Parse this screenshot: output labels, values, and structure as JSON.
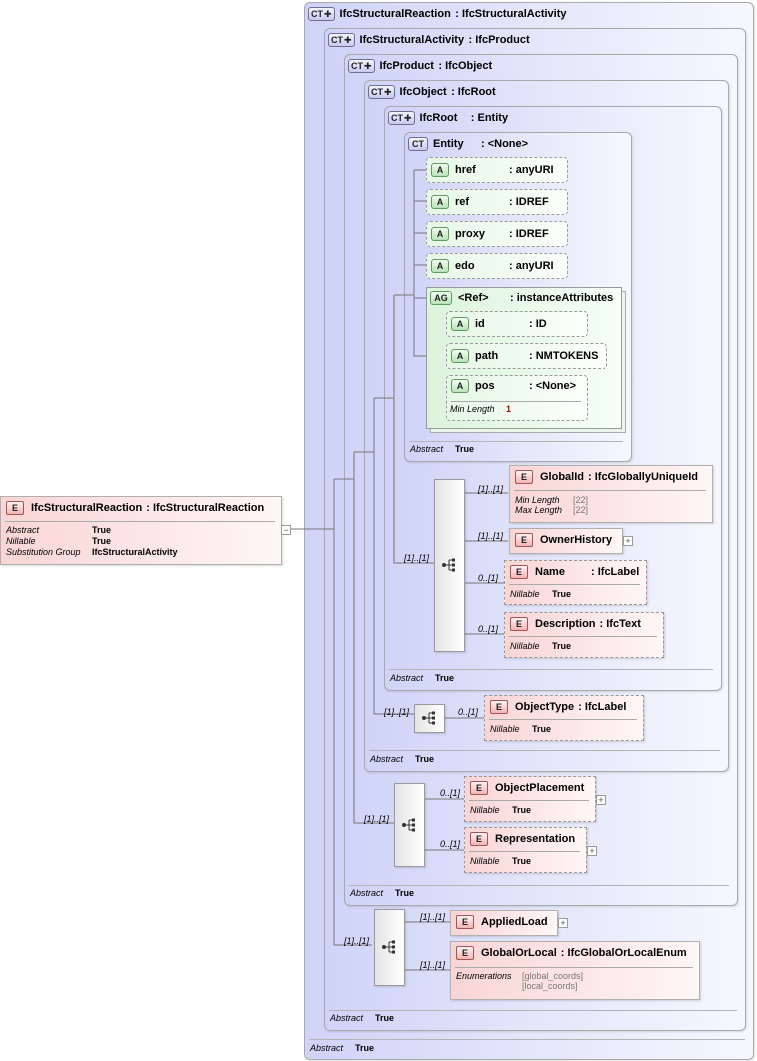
{
  "badges": {
    "complex_type": "CT",
    "attribute": "A",
    "attribute_group": "AG",
    "element": "E"
  },
  "labels": {
    "abstract": "Abstract",
    "nillable": "Nillable",
    "substitution_group": "Substitution Group",
    "min_length": "Min Length",
    "max_length": "Max Length",
    "enumerations": "Enumerations",
    "true": "True"
  },
  "root_element": {
    "name": "IfcStructuralReaction",
    "type": ": IfcStructuralReaction",
    "abstract": "True",
    "nillable": "True",
    "substitution_group": "IfcStructuralActivity"
  },
  "types": {
    "structural_reaction": {
      "name": "IfcStructuralReaction",
      "type": ": IfcStructuralActivity"
    },
    "structural_activity": {
      "name": "IfcStructuralActivity",
      "type": ": IfcProduct"
    },
    "product": {
      "name": "IfcProduct",
      "type": ": IfcObject"
    },
    "object": {
      "name": "IfcObject",
      "type": ": IfcRoot"
    },
    "root": {
      "name": "IfcRoot",
      "type": ": Entity"
    },
    "entity": {
      "name": "Entity",
      "type": ": <None>"
    }
  },
  "entity_attributes": [
    {
      "name": "href",
      "type": ": anyURI"
    },
    {
      "name": "ref",
      "type": ": IDREF"
    },
    {
      "name": "proxy",
      "type": ": IDREF"
    },
    {
      "name": "edo",
      "type": ": anyURI"
    }
  ],
  "ref_group": {
    "name": "<Ref>",
    "type": ": instanceAttributes",
    "attributes": [
      {
        "name": "id",
        "type": ": ID"
      },
      {
        "name": "path",
        "type": ": NMTOKENS"
      },
      {
        "name": "pos",
        "type": ": <None>"
      }
    ],
    "pos_min_length": "1"
  },
  "root_elements": {
    "global_id": {
      "name": "GlobalId",
      "type": ": IfcGloballyUniqueId",
      "min_length": "[22]",
      "max_length": "[22]",
      "card": "[1]..[1]"
    },
    "owner_history": {
      "name": "OwnerHistory",
      "card": "[1]..[1]"
    },
    "name": {
      "name": "Name",
      "type": ": IfcLabel",
      "nillable": "True",
      "card": "0..[1]"
    },
    "description": {
      "name": "Description",
      "type": ": IfcText",
      "nillable": "True",
      "card": "0..[1]"
    },
    "seq_card": "[1]..[1]"
  },
  "object_elements": {
    "object_type": {
      "name": "ObjectType",
      "type": ": IfcLabel",
      "nillable": "True",
      "card": "0..[1]"
    },
    "seq_card": "[1]..[1]"
  },
  "product_elements": {
    "placement": {
      "name": "ObjectPlacement",
      "nillable": "True",
      "card": "0..[1]"
    },
    "representation": {
      "name": "Representation",
      "nillable": "True",
      "card": "0..[1]"
    },
    "seq_card": "[1]..[1]"
  },
  "activity_elements": {
    "applied_load": {
      "name": "AppliedLoad",
      "card": "[1]..[1]"
    },
    "global_or_local": {
      "name": "GlobalOrLocal",
      "type": ": IfcGlobalOrLocalEnum",
      "enum_values": [
        "[global_coords]",
        "[local_coords]"
      ],
      "card": "[1]..[1]"
    },
    "seq_card": "[1]..[1]"
  },
  "abstract_values": {
    "entity": "True",
    "root": "True",
    "object": "True",
    "product": "True",
    "activity": "True",
    "reaction": "True"
  }
}
